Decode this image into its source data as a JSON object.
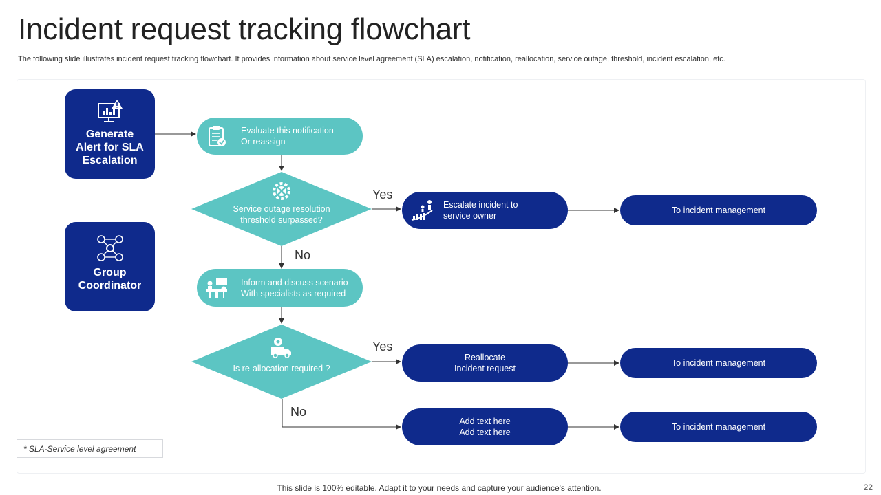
{
  "slide": {
    "title": "Incident request tracking flowchart",
    "subtitle": "The following slide illustrates incident request tracking flowchart. It provides information about service level agreement (SLA) escalation, notification, reallocation, service outage, threshold, incident escalation, etc.",
    "footnote": "* SLA-Service level agreement",
    "footer": "This slide is 100% editable. Adapt it to your needs and capture your audience's attention.",
    "page_number": "22"
  },
  "roles": [
    {
      "label": "Generate\nAlert for SLA\nEscalation",
      "icon": "monitor-alert-icon"
    },
    {
      "label": "Group\nCoordinator",
      "icon": "network-people-icon"
    }
  ],
  "steps": {
    "evaluate": "Evaluate  this notification\nOr reassign",
    "decision1": "Service  outage resolution\nthreshold surpassed?",
    "escalate": "Escalate incident to\nservice  owner",
    "inform": "Inform  and discuss scenario\nWith specialists as required",
    "decision2": "Is re-allocation  required  ?",
    "reallocate": "Reallocate\nIncident request",
    "add_text": "Add text here\nAdd text here",
    "to_incident_1": "To incident management",
    "to_incident_2": "To incident management",
    "to_incident_3": "To incident management"
  },
  "branches": {
    "yes1": "Yes",
    "no1": "No",
    "yes2": "Yes",
    "no2": "No"
  },
  "colors": {
    "navy": "#0f2a8c",
    "teal": "#5cc5c3"
  }
}
